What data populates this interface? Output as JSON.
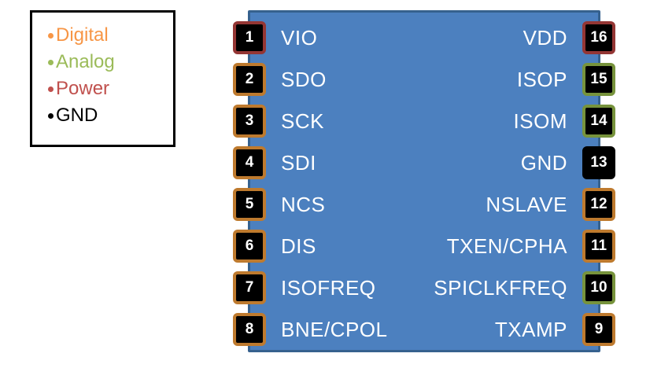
{
  "legend": {
    "items": [
      {
        "label": "Digital",
        "type": "digital"
      },
      {
        "label": "Analog",
        "type": "analog"
      },
      {
        "label": "Power",
        "type": "power"
      },
      {
        "label": "GND",
        "type": "gnd"
      }
    ]
  },
  "chip": {
    "pins": {
      "left": [
        {
          "num": "1",
          "label": "VIO",
          "type": "power"
        },
        {
          "num": "2",
          "label": "SDO",
          "type": "digital"
        },
        {
          "num": "3",
          "label": "SCK",
          "type": "digital"
        },
        {
          "num": "4",
          "label": "SDI",
          "type": "digital"
        },
        {
          "num": "5",
          "label": "NCS",
          "type": "digital"
        },
        {
          "num": "6",
          "label": "DIS",
          "type": "digital"
        },
        {
          "num": "7",
          "label": "ISOFREQ",
          "type": "digital"
        },
        {
          "num": "8",
          "label": "BNE/CPOL",
          "type": "digital"
        }
      ],
      "right": [
        {
          "num": "16",
          "label": "VDD",
          "type": "power"
        },
        {
          "num": "15",
          "label": "ISOP",
          "type": "analog"
        },
        {
          "num": "14",
          "label": "ISOM",
          "type": "analog"
        },
        {
          "num": "13",
          "label": "GND",
          "type": "gnd"
        },
        {
          "num": "12",
          "label": "NSLAVE",
          "type": "digital"
        },
        {
          "num": "11",
          "label": "TXEN/CPHA",
          "type": "digital"
        },
        {
          "num": "10",
          "label": "SPICLKFREQ",
          "type": "analog"
        },
        {
          "num": "9",
          "label": "TXAMP",
          "type": "digital"
        }
      ]
    }
  },
  "colors": {
    "digital": "#F79646",
    "analog": "#9BBB59",
    "power": "#C0504D",
    "gnd": "#000000",
    "digital-border": "#BE7A2E",
    "analog-border": "#77933C",
    "power-border": "#943634",
    "gnd-border": "#000000",
    "chip-fill": "#4C80BF",
    "chip-border": "#36618E"
  }
}
